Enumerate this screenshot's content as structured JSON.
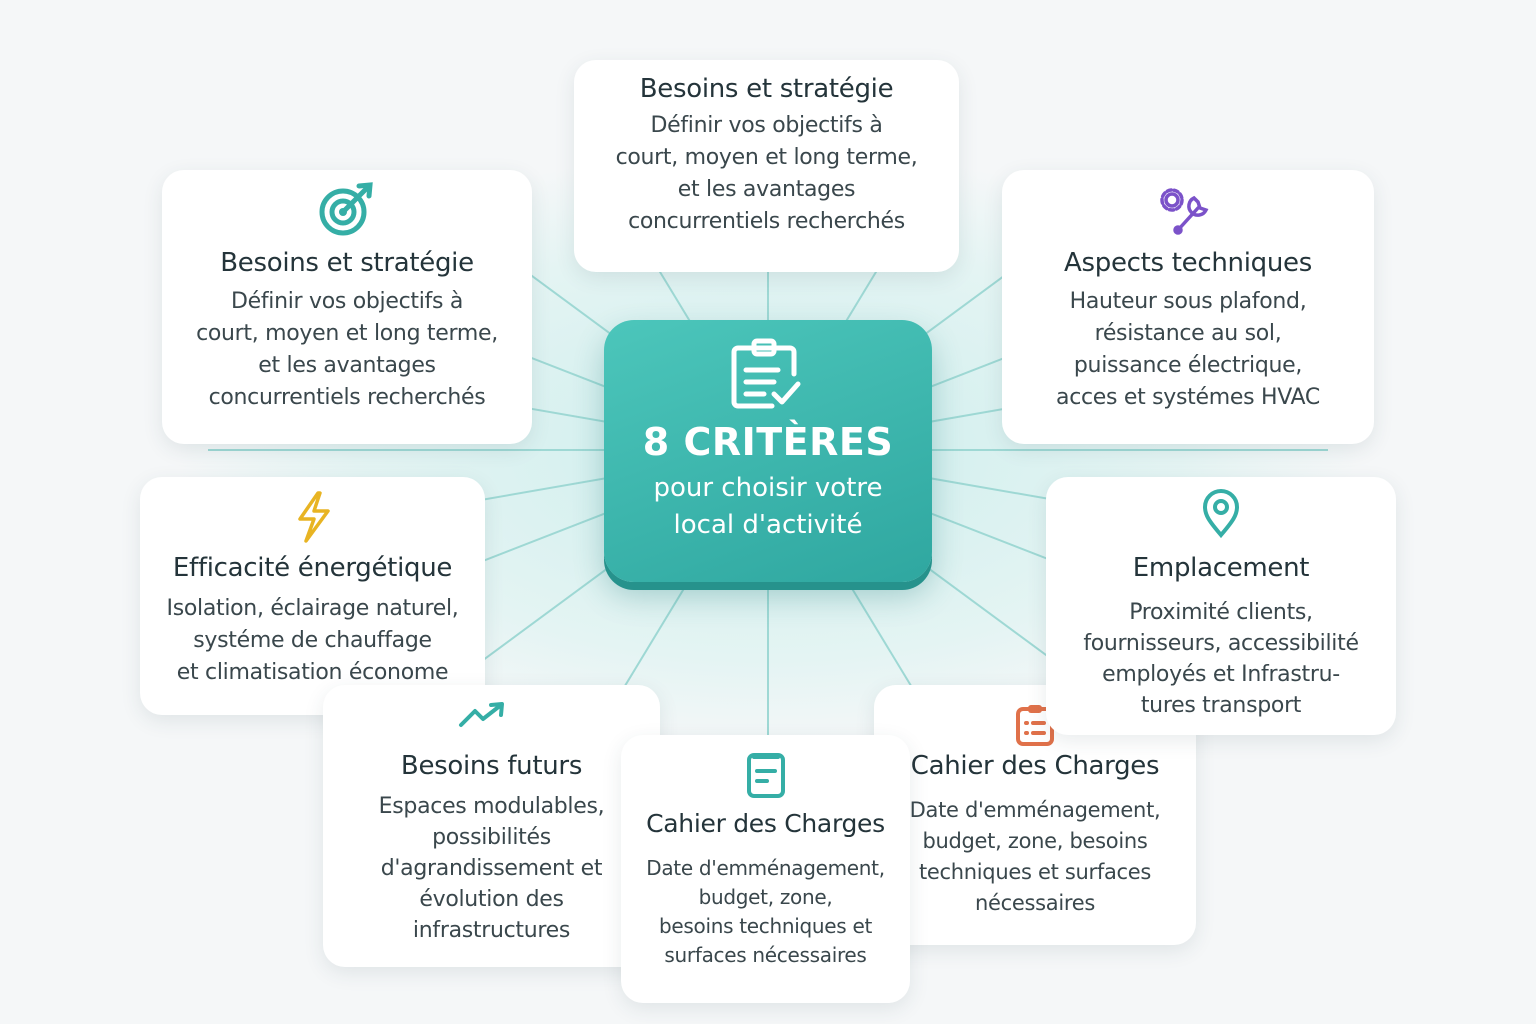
{
  "center": {
    "title": "8 CRITÈRES",
    "subtitle": "pour choisir votre\nlocal d'activité",
    "icon": "clipboard-check-icon"
  },
  "colors": {
    "teal": "#35aea6",
    "purple": "#7b52c9",
    "yellow": "#e8b423",
    "orange": "#e0714a",
    "background": "#f5f7f8"
  },
  "cards": [
    {
      "title": "Besoins et stratégie",
      "text": "Définir vos objectifs à\ncourt, moyen et long terme,\net les avantages\nconcurrentiels recherchés"
    },
    {
      "title": "Besoins et stratégie",
      "text": "Définir vos objectifs à\ncourt, moyen et long terme,\net les avantages\nconcurrentiels recherchés",
      "icon": "target-icon"
    },
    {
      "title": "Aspects techniques",
      "text": "Hauteur sous plafond,\nrésistance au sol,\npuissance électrique,\nacces et systémes HVAC",
      "icon": "gear-wrench-icon"
    },
    {
      "title": "Efficacité énergétique",
      "text": "Isolation, éclairage naturel,\nsystéme de chauffage\net climatisation économe",
      "icon": "lightning-icon"
    },
    {
      "title": "Emplacement",
      "text": "Proximité clients,\nfournisseurs, accessibilité\nemployés et Infrastru-\ntures transport",
      "icon": "location-pin-icon"
    },
    {
      "title": "Besoins futurs",
      "text": "Espaces modulables,\npossibilités\nd'agrandissement et\névolution des\ninfrastructures",
      "icon": "trending-up-icon"
    },
    {
      "title": "Cahier des Charges",
      "text": "Date d'emménagement,\nbudget, zone,\nbesoins techniques et\nsurfaces nécessaires",
      "icon": "document-icon"
    },
    {
      "title": "Cahier des Charges",
      "text": "Date d'emménagement,\nbudget, zone, besoins\ntechniques et surfaces\nnécessaires",
      "icon": "clipboard-list-icon"
    }
  ]
}
